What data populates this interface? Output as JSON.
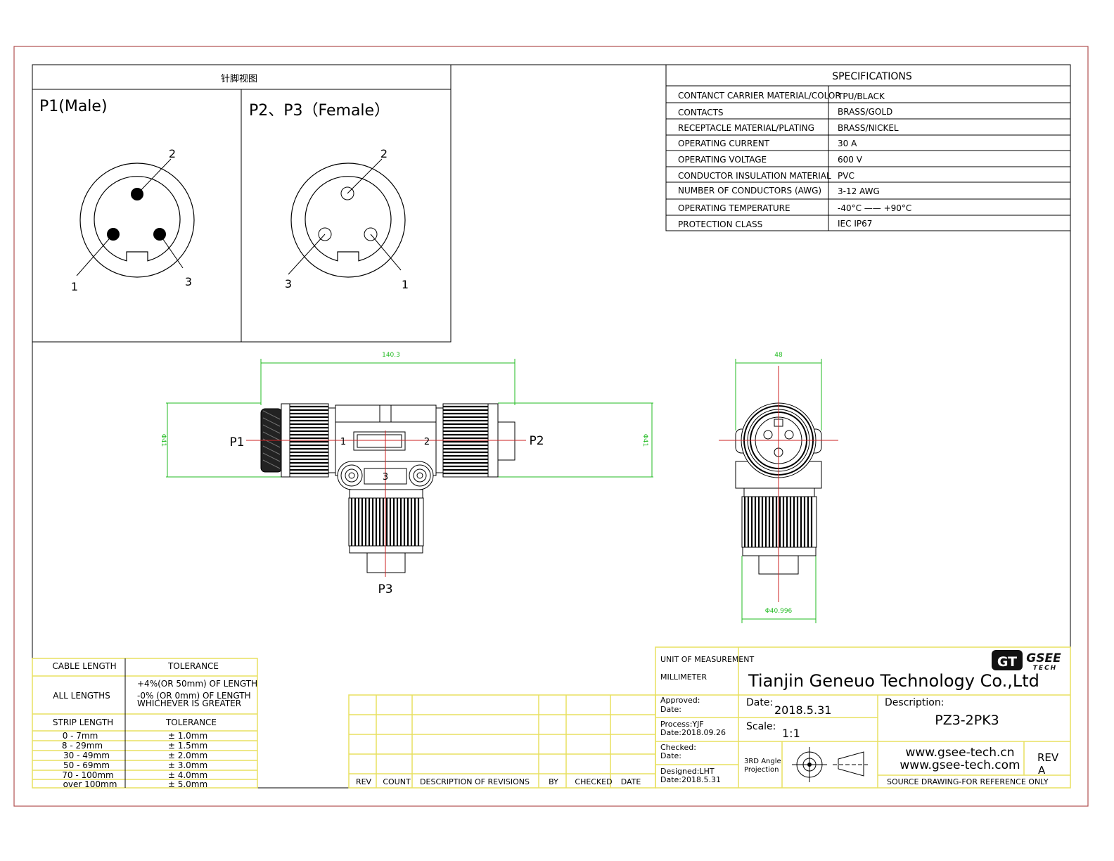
{
  "pinout": {
    "header": "针脚视图",
    "male_title": "P1(Male)",
    "female_title": "P2、P3（Female）",
    "male_pins": {
      "top": "2",
      "left": "1",
      "right": "3"
    },
    "female_pins": {
      "top": "2",
      "left": "3",
      "right": "1"
    }
  },
  "specs": {
    "title": "SPECIFICATIONS",
    "rows": [
      {
        "label": "CONTANCT CARRIER MATERIAL/COLOR",
        "value": "TPU/BLACK"
      },
      {
        "label": "CONTACTS",
        "value": "BRASS/GOLD"
      },
      {
        "label": "RECEPTACLE MATERIAL/PLATING",
        "value": "BRASS/NICKEL"
      },
      {
        "label": "OPERATING CURRENT",
        "value": "30 A"
      },
      {
        "label": "OPERATING VOLTAGE",
        "value": "600 V"
      },
      {
        "label": "CONDUCTOR INSULATION MATERIAL",
        "value": "PVC"
      },
      {
        "label": "NUMBER OF CONDUCTORS (AWG)",
        "value": "3-12 AWG"
      },
      {
        "label": "OPERATING TEMPERATURE",
        "value": "-40°C —— +90°C"
      },
      {
        "label": "PROTECTION CLASS",
        "value": "IEC  IP67"
      }
    ]
  },
  "drawing": {
    "dim_length": "140.3",
    "dim_dia_left": "Φ41",
    "dim_dia_right": "Φ41",
    "dim_width": "48",
    "dim_bottom": "Φ40.996",
    "label_p1": "P1",
    "label_p2": "P2",
    "label_p3": "P3",
    "pin_1": "1",
    "pin_2": "2",
    "pin_3": "3"
  },
  "tolerance": {
    "cable_header": "CABLE LENGTH",
    "tolerance_header": "TOLERANCE",
    "all_lengths": "ALL LENGTHS",
    "all_lengths_lines": [
      "+4%(OR 50mm) OF LENGTH",
      "-0% (OR 0mm)  OF LENGTH",
      "WHICHEVER  IS  GREATER"
    ],
    "strip_header": "STRIP LENGTH",
    "strip_tol_header": "TOLERANCE",
    "strip_rows": [
      {
        "range": "0 - 7mm",
        "tol": "± 1.0mm"
      },
      {
        "range": "8 - 29mm",
        "tol": "± 1.5mm"
      },
      {
        "range": "30 - 49mm",
        "tol": "± 2.0mm"
      },
      {
        "range": "50 - 69mm",
        "tol": "± 3.0mm"
      },
      {
        "range": "70 - 100mm",
        "tol": "± 4.0mm"
      },
      {
        "range": "over 100mm",
        "tol": "± 5.0mm"
      }
    ]
  },
  "revisions": {
    "columns": [
      "REV",
      "COUNT",
      "DESCRIPTION  OF  REVISIONS",
      "BY",
      "CHECKED",
      "DATE"
    ]
  },
  "titleblock": {
    "unit_label": "UNIT OF MEASUREMENT",
    "unit_value": "MILLIMETER",
    "logo_gt": "GT",
    "logo_gsee": "GSEE",
    "logo_tech": "TECH",
    "company": "Tianjin Geneuo Technology Co.,Ltd",
    "approved": "Approved:",
    "approved_date": "Date:",
    "date_label": "Date:",
    "date_value": "2018.5.31",
    "description_label": "Description:",
    "description_value": "PZ3-2PK3",
    "process": "Process:YJF",
    "process_date": "Date:2018.09.26",
    "scale_label": "Scale:",
    "scale_value": "1:1",
    "checked": "Checked:",
    "checked_date": "Date:",
    "projection_line1": "3RD Angle",
    "projection_line2": "Projection",
    "web1": "www.gsee-tech.cn",
    "web2": "www.gsee-tech.com",
    "rev_label": "REV",
    "rev_value": "A",
    "designed": "Designed:LHT",
    "designed_date": "Date:2018.5.31",
    "source_note": "SOURCE DRAWING-FOR REFERENCE ONLY"
  }
}
